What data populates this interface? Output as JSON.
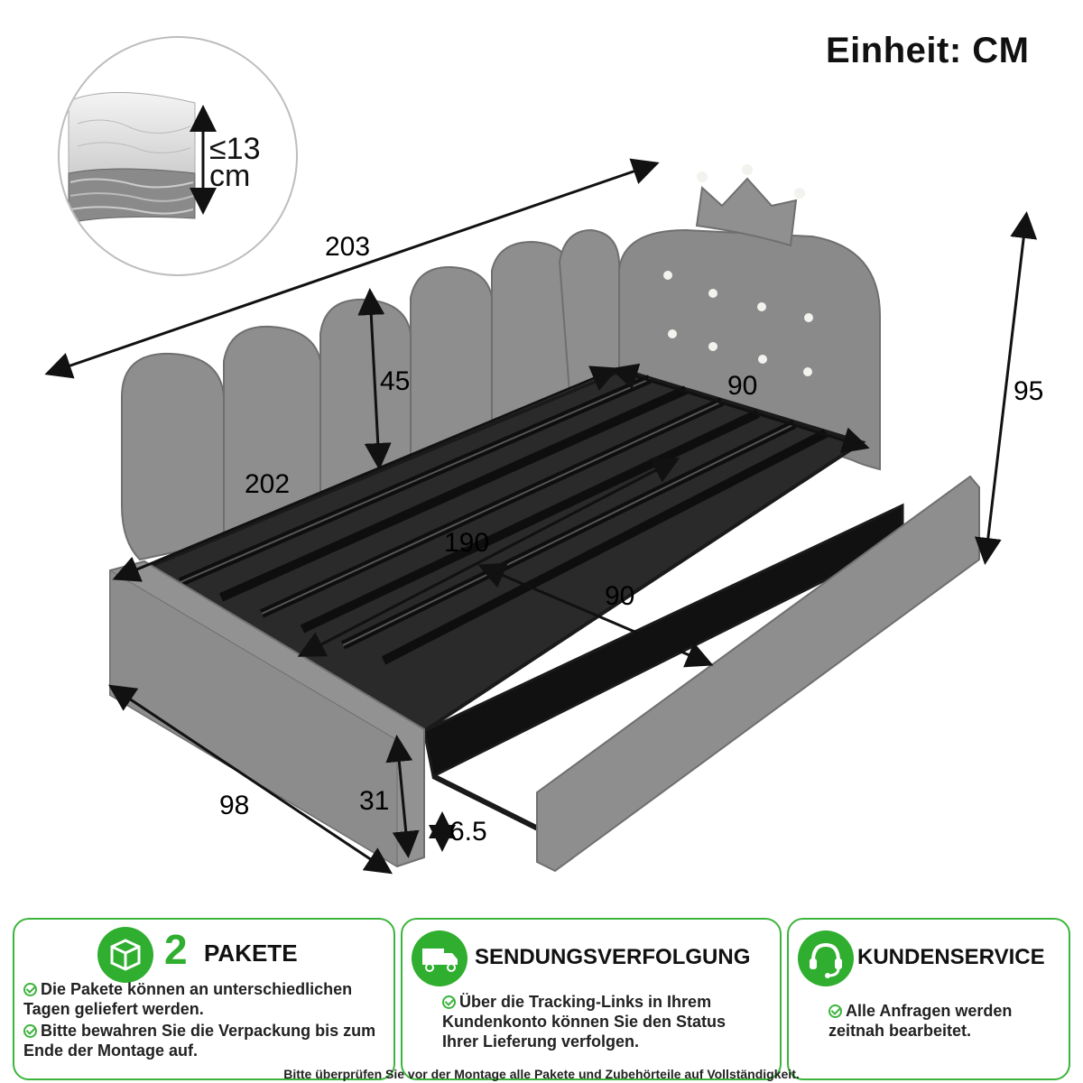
{
  "unit": "Einheit: CM",
  "mattress": {
    "thickness_line1": "≤13",
    "thickness_line2": "cm"
  },
  "dimensions": {
    "total_length": "203",
    "backrest_length": "202",
    "backrest_height": "45",
    "headboard_width": "90",
    "total_height": "95",
    "inner_length": "190",
    "trundle_width": "90",
    "depth": "98",
    "side_height": "31",
    "clearance": "6.5"
  },
  "panels": [
    {
      "title_number": "2",
      "title_text": "PAKETE",
      "items": [
        "Die Pakete können an unterschiedlichen Tagen geliefert werden.",
        "Bitte bewahren Sie die Verpackung bis zum Ende der Montage auf."
      ]
    },
    {
      "title_text": "SENDUNGSVERFOLGUNG",
      "items": [
        "Über die Tracking-Links in Ihrem Kundenkonto können Sie den Status Ihrer Lieferung verfolgen."
      ]
    },
    {
      "title_text": "KUNDENSERVICE",
      "items": [
        "Alle Anfragen werden zeitnah bearbeitet."
      ]
    }
  ],
  "footer": "Bitte überprüfen Sie vor der Montage alle Pakete und Zubehörteile auf Vollständigkeit.",
  "colors": {
    "accent": "#3cb43c",
    "upholstery": "#8e8e8e",
    "frame": "#1a1a1a"
  }
}
